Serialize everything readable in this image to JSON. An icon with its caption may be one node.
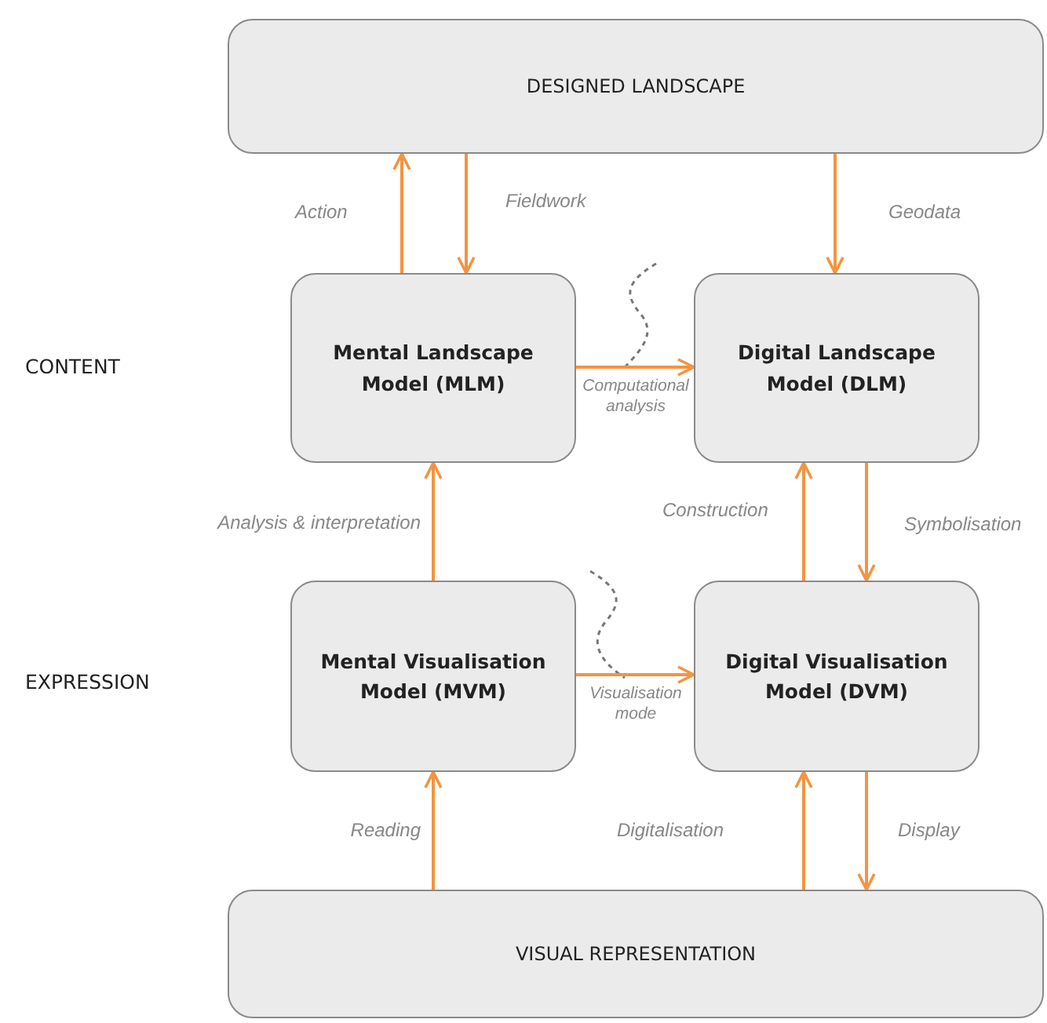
{
  "diagram": {
    "nodes": [
      {
        "text": [
          "DESIGNED LANDSCAPE"
        ]
      },
      {
        "text": [
          "Mental Landscape Model (MLM)"
        ]
      },
      {
        "text": [
          "Digital Landscape Model (DLM)"
        ]
      },
      {
        "text": [
          "Mental Visualisation Model (MVM)"
        ]
      },
      {
        "text": [
          "Digital Visualisation Model (DVM)"
        ]
      },
      {
        "text": [
          "VISUAL REPRESENTATION"
        ]
      }
    ],
    "edges": [
      {
        "from": 1,
        "to": 0,
        "arrow": "to",
        "label": "Action"
      },
      {
        "from": 0,
        "to": 1,
        "arrow": "to",
        "label": "Fieldwork"
      },
      {
        "from": 0,
        "to": 2,
        "arrow": "to",
        "label": "Geodata"
      },
      {
        "from": 1,
        "to": 2,
        "arrow": "to",
        "label": "Computational analysis"
      },
      {
        "from": 3,
        "to": 1,
        "arrow": "to",
        "label": "Analysis & interpretation"
      },
      {
        "from": 4,
        "to": 2,
        "arrow": "to",
        "label": "Construction"
      },
      {
        "from": 2,
        "to": 4,
        "arrow": "to",
        "label": "Symbolisation"
      },
      {
        "from": 3,
        "to": 4,
        "arrow": "to",
        "label": "Visualisation mode"
      },
      {
        "from": 5,
        "to": 3,
        "arrow": "to",
        "label": "Reading"
      },
      {
        "from": 5,
        "to": 4,
        "arrow": "to",
        "label": "Digitalisation"
      },
      {
        "from": 4,
        "to": 5,
        "arrow": "to",
        "label": "Display"
      }
    ],
    "labels": [
      "CONTENT",
      "EXPRESSION"
    ]
  }
}
